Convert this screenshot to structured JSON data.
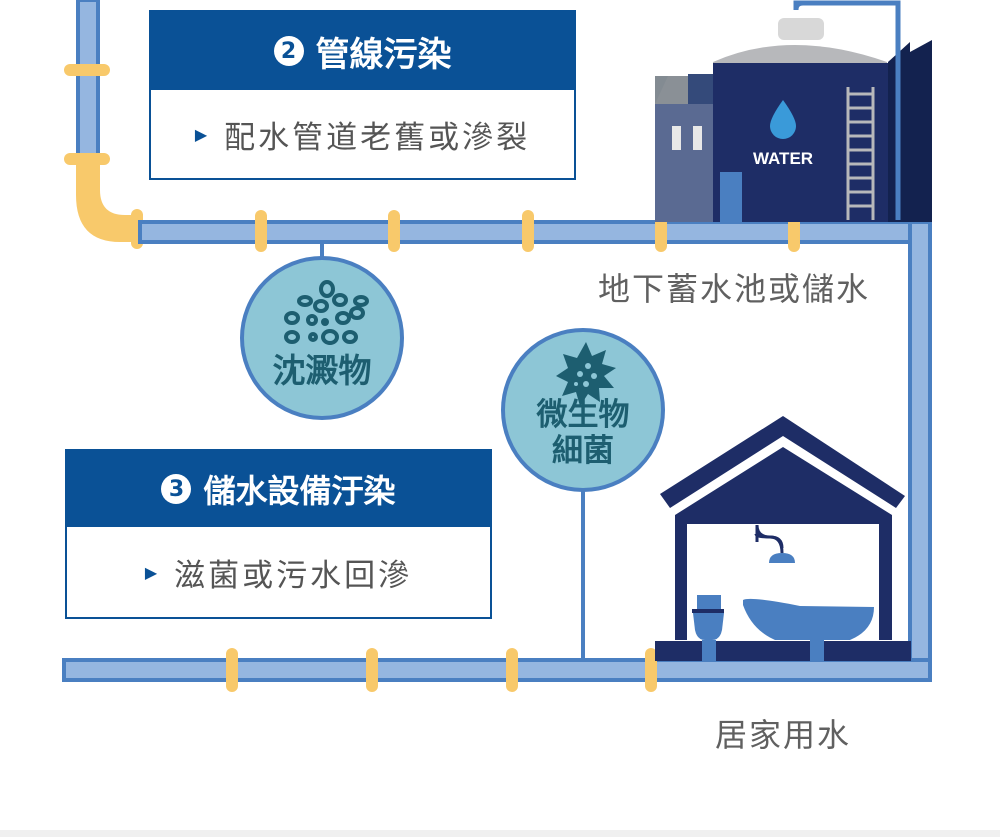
{
  "colors": {
    "pipe_fill": "#95b6e0",
    "pipe_edge": "#4a7fc1",
    "clamp": "#f8c96b",
    "box_blue": "#0a5196",
    "circle_fill": "#8dc6d6",
    "circle_text": "#1d5e70",
    "navy": "#1e2d66",
    "label_gray": "#606060"
  },
  "cards": {
    "pipeline": {
      "number": "2",
      "title": "管線污染",
      "bullet_icon": "triangle-right-icon",
      "item": "配水管道老舊或滲裂"
    },
    "storage": {
      "number": "3",
      "title": "儲水設備汙染",
      "bullet_icon": "triangle-right-icon",
      "item": "滋菌或污水回滲"
    }
  },
  "circles": {
    "sediment": {
      "label": "沈澱物",
      "icon": "sediment-particles-icon"
    },
    "microbe": {
      "label_line1": "微生物",
      "label_line2": "細菌",
      "icon": "bacteria-icon"
    }
  },
  "tank": {
    "text": "WATER",
    "icon": "water-drop-icon"
  },
  "labels": {
    "storage_tank": "地下蓄水池或儲水",
    "household": "居家用水"
  }
}
